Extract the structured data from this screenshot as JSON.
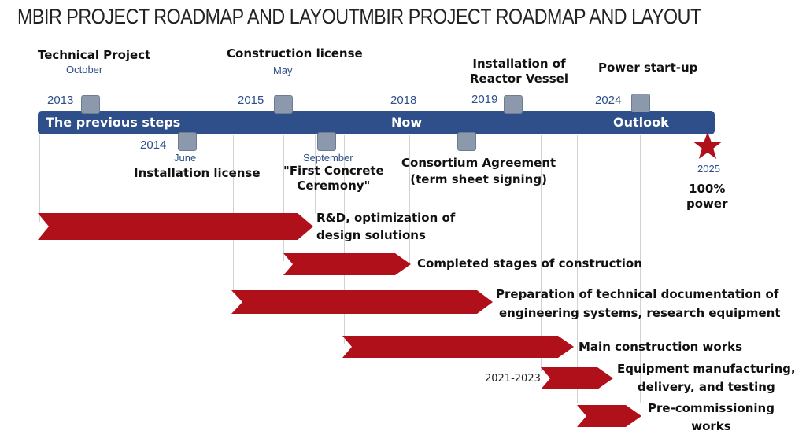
{
  "page_title": "MBIR PROJECT ROADMAP AND LAYOUTMBIR PROJECT ROADMAP AND LAYOUT",
  "colors": {
    "timeline": "#2e4f89",
    "marker": "#8c99ac",
    "arrow": "#b0101a",
    "text_blue": "#2e4f89"
  },
  "timeline": {
    "left_label": "The previous steps",
    "center_label": "Now",
    "right_label": "Outlook"
  },
  "milestones": [
    {
      "title": "Technical Project",
      "month": "October",
      "year": "2013"
    },
    {
      "title": "Installation license",
      "month": "June",
      "year": "2014"
    },
    {
      "title": "Construction license",
      "month": "May",
      "year": "2015"
    },
    {
      "title_lines": [
        "\"First Concrete",
        "Ceremony\""
      ],
      "month": "September"
    },
    {
      "year": "2018"
    },
    {
      "title_lines": [
        "Consortium Agreement",
        "(term sheet signing)"
      ]
    },
    {
      "title_lines": [
        "Installation of",
        "Reactor Vessel"
      ],
      "year": "2019"
    },
    {
      "title": "Power start-up",
      "year": "2024"
    },
    {
      "year": "2025",
      "title_lines": [
        "100%",
        "power"
      ],
      "icon": "star-icon"
    }
  ],
  "stages": [
    {
      "lines": [
        "R&D, optimization of",
        "design solutions"
      ]
    },
    {
      "lines": [
        "Completed stages of construction"
      ]
    },
    {
      "lines": [
        "Preparation of technical documentation of",
        "engineering systems, research equipment"
      ]
    },
    {
      "lines": [
        "Main construction works"
      ]
    },
    {
      "lines": [
        "Equipment manufacturing,",
        "delivery, and testing"
      ],
      "range": "2021-2023"
    },
    {
      "lines": [
        "Pre-commissioning",
        "works"
      ]
    }
  ]
}
